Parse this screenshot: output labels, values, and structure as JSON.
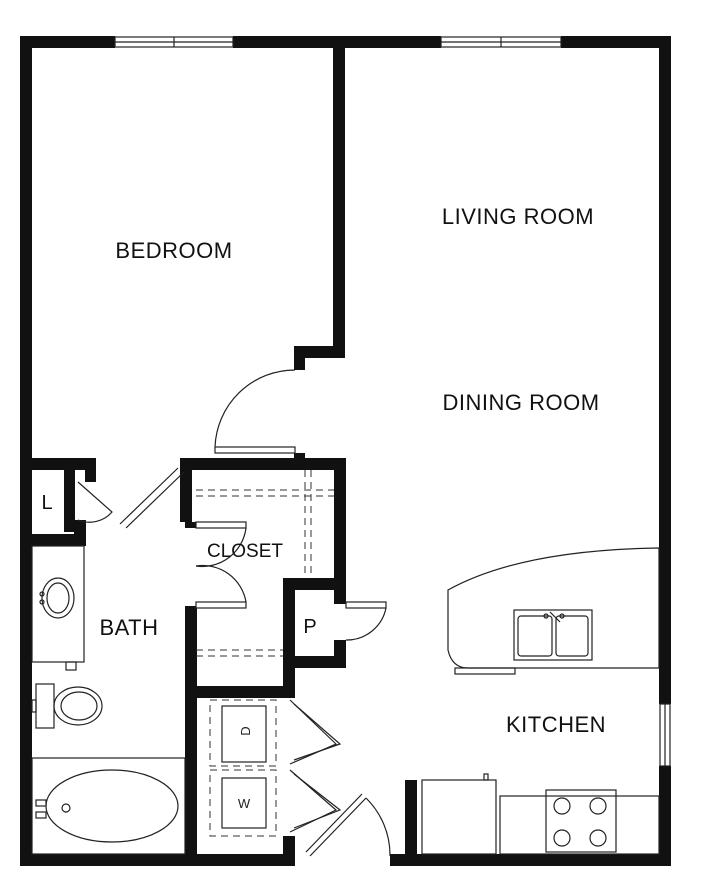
{
  "rooms": {
    "bedroom": "BEDROOM",
    "living_room": "LIVING ROOM",
    "dining_room": "DINING ROOM",
    "closet": "CLOSET",
    "bath": "BATH",
    "kitchen": "KITCHEN",
    "linen": "L",
    "pantry": "P"
  },
  "appliances": {
    "dryer": "D",
    "washer": "W"
  }
}
